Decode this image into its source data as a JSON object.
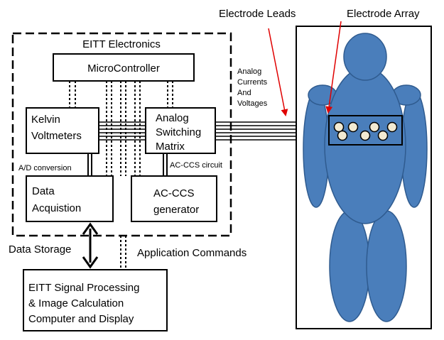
{
  "diagram": {
    "electronics_title": "EITT Electronics",
    "microcontroller": "MicroController",
    "kelvin": [
      "Kelvin",
      "Voltmeters"
    ],
    "switching": [
      "Analog",
      "Switching",
      "Matrix"
    ],
    "data_acq": [
      "Data",
      "Acquistion"
    ],
    "acccs_gen": [
      "AC-CCS",
      "generator"
    ],
    "ad_conversion": "A/D conversion",
    "acccs_circuit": "AC-CCS circuit",
    "analog_signals": [
      "Analog",
      "Currents",
      "And",
      "Voltages"
    ],
    "electrode_leads": "Electrode Leads",
    "electrode_array": "Electrode Array",
    "data_storage": "Data Storage",
    "app_commands": "Application Commands",
    "processing": [
      "EITT Signal Processing",
      "& Image Calculation",
      "Computer and Display"
    ]
  },
  "colors": {
    "body_fill": "#4a7ebb",
    "body_stroke": "#2f5b8f",
    "electrode_fill": "#f2ead2",
    "arrow_red": "#e00000"
  }
}
